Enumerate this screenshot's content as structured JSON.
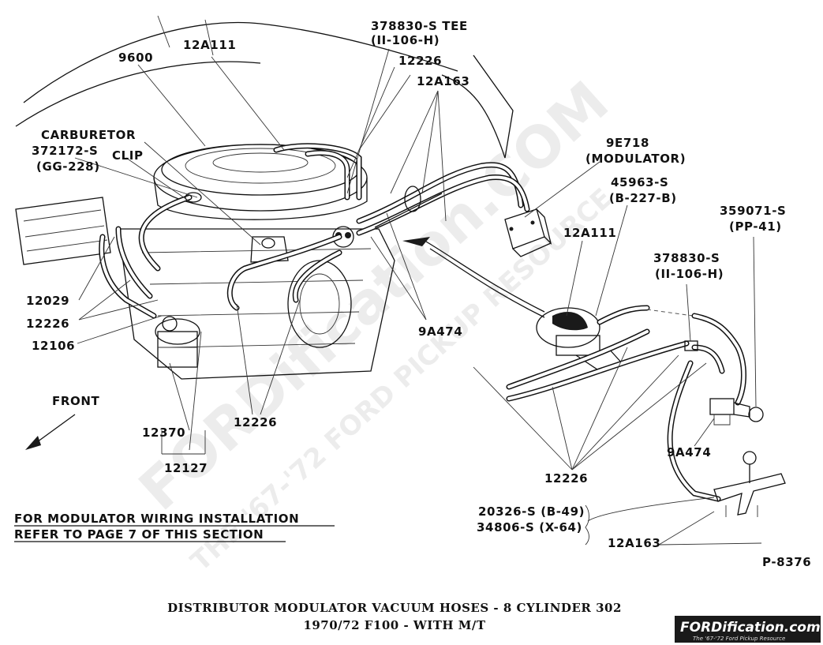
{
  "labels": {
    "tee_part": "378830-S TEE",
    "tee_code": "(II-106-H)",
    "hose_12226_top": "12226",
    "hose_12a163_top": "12A163",
    "hose_12a111_top": "12A111",
    "part_9600": "9600",
    "carburetor": "CARBURETOR",
    "clip_part": "372172-S",
    "clip_word": "CLIP",
    "clip_code": "(GG-228)",
    "modulator_part": "9E718",
    "modulator_word": "(MODULATOR)",
    "bolt_part": "45963-S",
    "bolt_code": "(B-227-B)",
    "switch_part": "359071-S",
    "switch_code": "(PP-41)",
    "hose_12a111_right": "12A111",
    "tee_right_part": "378830-S",
    "tee_right_code": "(II-106-H)",
    "hose_12029": "12029",
    "hose_12226_left": "12226",
    "hose_12106": "12106",
    "valve_9a474_mid": "9A474",
    "front": "FRONT",
    "part_12370": "12370",
    "hose_12226_bottom": "12226",
    "part_12127": "12127",
    "valve_9a474_right": "9A474",
    "hose_12226_right": "12226",
    "screw_part_1": "20326-S (B-49)",
    "screw_part_2": "34806-S (X-64)",
    "hose_12a163_right": "12A163",
    "figure_number": "P-8376"
  },
  "note": {
    "line1": "FOR MODULATOR WIRING INSTALLATION",
    "line2": "REFER TO PAGE 7 OF THIS SECTION"
  },
  "title": {
    "line1": "DISTRIBUTOR MODULATOR VACUUM HOSES - 8 CYLINDER 302",
    "line2": "1970/72 F100 - WITH M/T"
  },
  "watermark": {
    "main": "FORDification.COM",
    "sub": "THE '67-'72 FORD PICKUP RESOURCE"
  },
  "logo": {
    "name": "FORDification.com",
    "tagline": "The '67-'72 Ford Pickup Resource"
  },
  "colors": {
    "ink": "#111111",
    "paper": "#ffffff",
    "logo_bg": "#1a1a1a"
  }
}
